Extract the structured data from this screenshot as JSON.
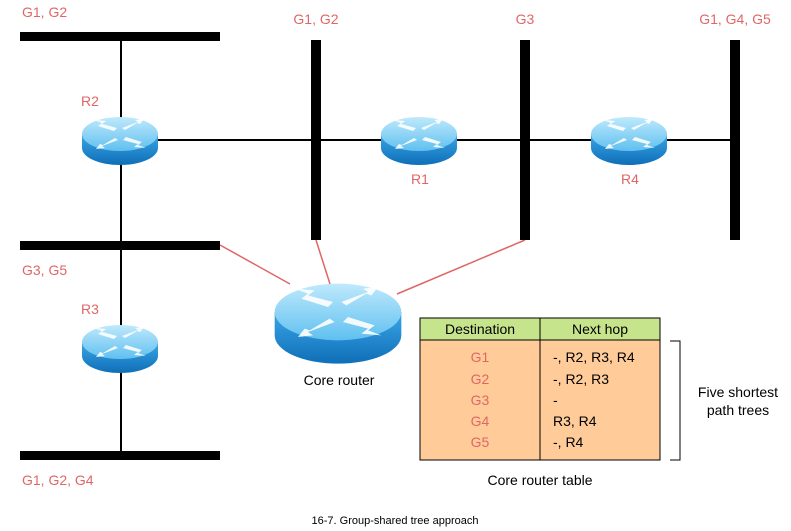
{
  "networks": [
    {
      "id": "net-top-left",
      "groups": "G1, G2"
    },
    {
      "id": "net-v1",
      "groups": "G1, G2"
    },
    {
      "id": "net-v2",
      "groups": "G3"
    },
    {
      "id": "net-v3",
      "groups": "G1, G4, G5"
    },
    {
      "id": "net-mid-left",
      "groups": "G3, G5"
    },
    {
      "id": "net-bottom-left",
      "groups": "G1, G2, G4"
    }
  ],
  "routers": {
    "r2": "R2",
    "r1": "R1",
    "r4": "R4",
    "r3": "R3",
    "core": "Core router"
  },
  "table": {
    "headers": [
      "Destination",
      "Next hop"
    ],
    "rows": [
      {
        "dest": "G1",
        "hop": "-, R2, R3, R4"
      },
      {
        "dest": "G2",
        "hop": "-, R2, R3"
      },
      {
        "dest": "G3",
        "hop": "-"
      },
      {
        "dest": "G4",
        "hop": "R3, R4"
      },
      {
        "dest": "G5",
        "hop": "-, R4"
      }
    ],
    "title": "Core router table",
    "annotation": [
      "Five shortest",
      "path trees"
    ]
  },
  "caption": "16-7. Group-shared tree approach",
  "colors": {
    "group_label": "#e06666",
    "core_link": "#e06666",
    "header_fill": "#c6e48b",
    "body_fill": "#ffcc99",
    "router_top": "#7fd0f5",
    "router_side": "#1f8fd8"
  }
}
